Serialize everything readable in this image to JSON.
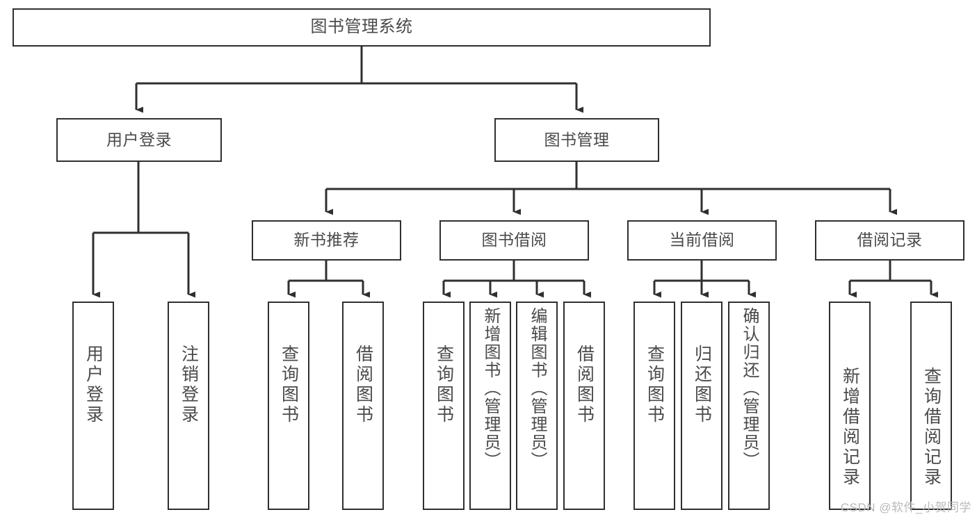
{
  "diagram": {
    "title": "图书管理系统",
    "watermark": "CSDN @软件_小贺同学",
    "line_color": "#2f2f2f",
    "text_color": "#4a4a4a",
    "background": "#ffffff",
    "levels": {
      "level1": [
        {
          "id": "root",
          "label": "图书管理系统"
        }
      ],
      "level2": [
        {
          "id": "user-login",
          "label": "用户登录"
        },
        {
          "id": "book-manage",
          "label": "图书管理"
        }
      ],
      "level3": [
        {
          "id": "new-book-rec",
          "label": "新书推荐",
          "parent": "book-manage"
        },
        {
          "id": "book-borrow",
          "label": "图书借阅",
          "parent": "book-manage"
        },
        {
          "id": "current-borrow",
          "label": "当前借阅",
          "parent": "book-manage"
        },
        {
          "id": "borrow-record",
          "label": "借阅记录",
          "parent": "book-manage"
        }
      ],
      "level4": [
        {
          "id": "leaf-user-login",
          "label": "用户登录",
          "parent": "user-login"
        },
        {
          "id": "leaf-logout",
          "label": "注销登录",
          "parent": "user-login"
        },
        {
          "id": "leaf-query-book-1",
          "label": "查询图书",
          "parent": "new-book-rec"
        },
        {
          "id": "leaf-borrow-book-1",
          "label": "借阅图书",
          "parent": "new-book-rec"
        },
        {
          "id": "leaf-query-book-2",
          "label": "查询图书",
          "parent": "book-borrow"
        },
        {
          "id": "leaf-add-book",
          "label": "新增图书（管理员）",
          "parent": "book-borrow"
        },
        {
          "id": "leaf-edit-book",
          "label": "编辑图书（管理员）",
          "parent": "book-borrow"
        },
        {
          "id": "leaf-borrow-book-2",
          "label": "借阅图书",
          "parent": "book-borrow"
        },
        {
          "id": "leaf-query-book-3",
          "label": "查询图书",
          "parent": "current-borrow"
        },
        {
          "id": "leaf-return-book",
          "label": "归还图书",
          "parent": "current-borrow"
        },
        {
          "id": "leaf-confirm-return",
          "label": "确认归还（管理员）",
          "parent": "current-borrow"
        },
        {
          "id": "leaf-add-record",
          "label": "新增借阅记录",
          "parent": "borrow-record"
        },
        {
          "id": "leaf-query-record",
          "label": "查询借阅记录",
          "parent": "borrow-record"
        }
      ]
    }
  }
}
